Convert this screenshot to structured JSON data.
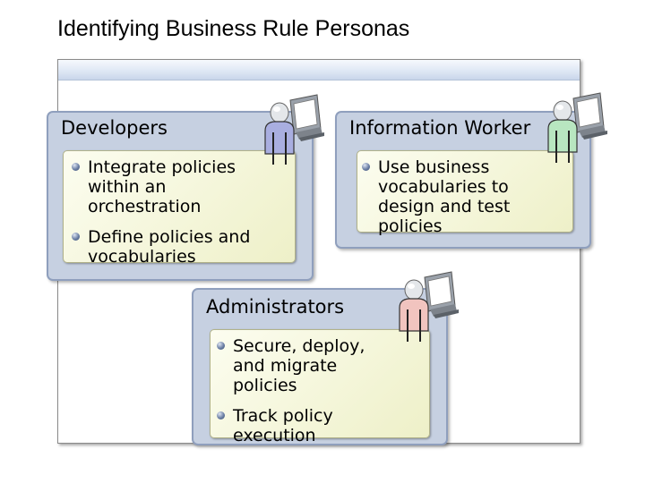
{
  "title": "Identifying Business Rule Personas",
  "personas": [
    {
      "title": "Developers",
      "icon": "developer-persona-icon",
      "shirt_color": "#a9aee0",
      "bullets": [
        "Integrate policies within an orchestration",
        "Define policies and vocabularies"
      ]
    },
    {
      "title": "Information Worker",
      "icon": "information-worker-persona-icon",
      "shirt_color": "#b8e6c0",
      "bullets": [
        "Use business vocabularies to design and test policies"
      ]
    },
    {
      "title": "Administrators",
      "icon": "administrator-persona-icon",
      "shirt_color": "#f1c4bf",
      "bullets": [
        "Secure, deploy, and migrate policies",
        "Track policy execution"
      ]
    }
  ]
}
